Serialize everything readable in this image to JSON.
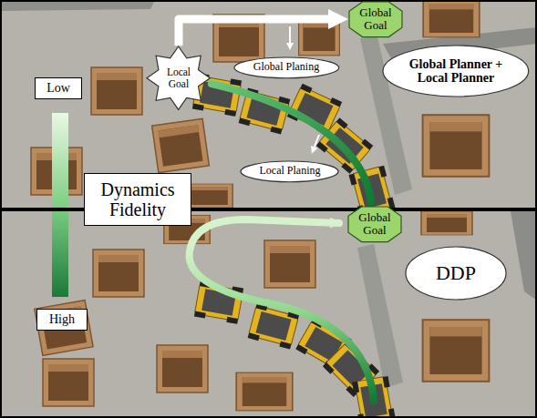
{
  "diagram": {
    "nodes": [
      {
        "text": [
          "Global Goal"
        ]
      },
      {
        "text": [
          "Local Goal"
        ]
      },
      {
        "text": [
          "Global Planing"
        ]
      },
      {
        "text": [
          "Global Planner + Local Planner"
        ]
      },
      {
        "text": [
          "Low"
        ]
      },
      {
        "text": [
          "Local Planing"
        ]
      },
      {
        "text": [
          "Dynamics Fidelity"
        ]
      },
      {
        "text": [
          "Global Goal"
        ]
      },
      {
        "text": [
          "DDP"
        ]
      },
      {
        "text": [
          "High"
        ]
      }
    ],
    "edges": [
      {
        "from": 1,
        "to": 0,
        "arrow": "to"
      }
    ]
  }
}
